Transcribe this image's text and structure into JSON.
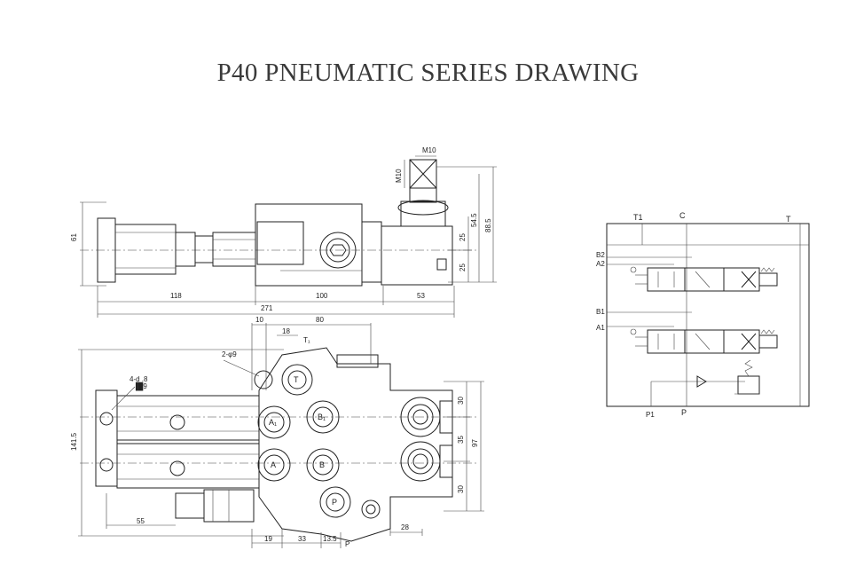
{
  "title": "P40 PNEUMATIC SERIES DRAWING",
  "top_view": {
    "dims": {
      "height_left": "61",
      "len_118": "118",
      "len_100": "100",
      "len_53": "53",
      "total_271": "271",
      "thread_top": "M10",
      "thread_side": "M10",
      "v_25a": "25",
      "v_25b": "25",
      "v_54_5": "54.5",
      "v_88_5": "88.5"
    }
  },
  "front_view": {
    "dims": {
      "h_10": "10",
      "h_80": "80",
      "h_18": "18",
      "hole_2": "2-φ9",
      "hole_4": "4-d .8",
      "hole_4b": "▐█9",
      "height_141_5": "141.5",
      "len_55": "55",
      "b_19": "19",
      "b_33": "33",
      "b_13_5": "13.5",
      "b_28": "28",
      "r_30a": "30",
      "r_35": "35",
      "r_30b": "30",
      "r_97": "97"
    },
    "ports": {
      "T": "T",
      "P": "P",
      "A1": "A₁",
      "B1": "B₁",
      "A2": "A",
      "B2": "B",
      "T1": "T₁",
      "Pb": "P"
    }
  },
  "schematic": {
    "labels": {
      "T1": "T1",
      "C": "C",
      "T": "T",
      "B2": "B2",
      "A2": "A2",
      "B1": "B1",
      "A1": "A1",
      "P1": "P1",
      "P": "P"
    }
  }
}
